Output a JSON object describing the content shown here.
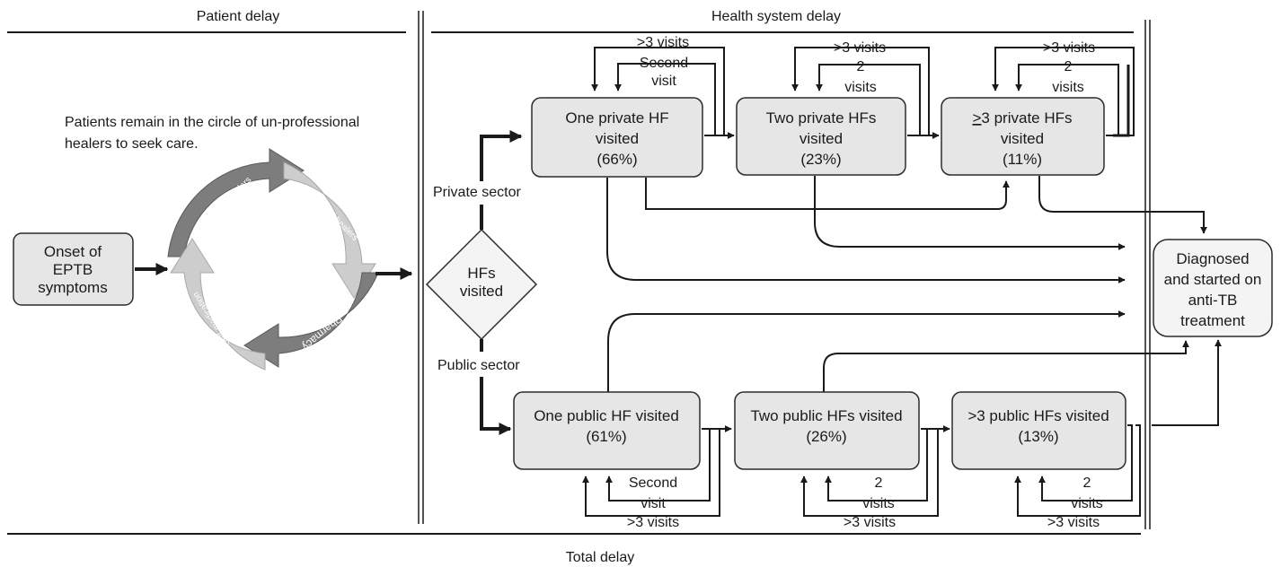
{
  "headers": {
    "patient_delay": "Patient delay",
    "health_system_delay": "Health system delay",
    "total_delay": "Total delay"
  },
  "patient_note": {
    "line1": "Patients remain in the circle of un-professional",
    "line2": "healers to seek care."
  },
  "onset": {
    "line1": "Onset of",
    "line2": "EPTB",
    "line3": "symptoms"
  },
  "cycle": {
    "religious": "Religious healers",
    "traditional": "Traditional healers",
    "pharmacy": "Pharmacy",
    "self_medication": "Self-medication"
  },
  "decision": {
    "line1": "HFs",
    "line2": "visited"
  },
  "sectors": {
    "private": "Private sector",
    "public": "Public sector"
  },
  "private": {
    "hf1": {
      "line1": "One private HF",
      "line2": "visited",
      "pct": "(66%)"
    },
    "hf2": {
      "line1": "Two private HFs",
      "line2": "visited",
      "pct": "(23%)"
    },
    "hf3": {
      "prefix": ">",
      "line1": "3 private HFs",
      "line2": "visited",
      "pct": "(11%)"
    }
  },
  "public": {
    "hf1": {
      "line1": "One public HF visited",
      "pct": "(61%)"
    },
    "hf2": {
      "line1": "Two public HFs visited",
      "pct": "(26%)"
    },
    "hf3": {
      "line1": ">3 public HFs visited",
      "pct": "(13%)"
    }
  },
  "visits": {
    "more3": ">3 visits",
    "second_l1": "Second",
    "second_l2": "visit",
    "two_l1": "2",
    "two_l2": "visits"
  },
  "outcome": {
    "line1": "Diagnosed",
    "line2": "and started on",
    "line3": "anti-TB",
    "line4": "treatment"
  },
  "colors": {
    "box_fill": "#e6e6e6",
    "cycle_dark": "#7d7d7d",
    "cycle_light": "#cdcdcd",
    "line": "#1a1a1a"
  }
}
